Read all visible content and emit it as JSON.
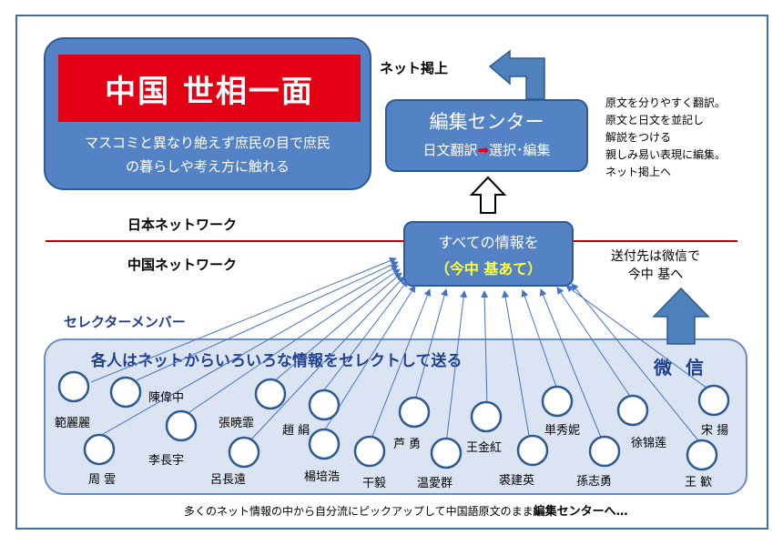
{
  "title": {
    "main": "中国 世相一面",
    "description_line1": "マスコミと異なり絶えず庶民の目で庶民",
    "description_line2": "の暮らしや考え方に触れる"
  },
  "net_post_label": "ネット掲上",
  "editor": {
    "title": "編集センター",
    "sub_left": "日文翻訳",
    "sub_arrow": "➡",
    "sub_right": "選択･編集"
  },
  "side_notes": [
    "原文を分りやすく翻訳。",
    "原文と日文を並記し",
    "解説をつける",
    "親しみ易い表現に編集。",
    "ネット掲上へ"
  ],
  "networks": {
    "japan": "日本ネットワーク",
    "china": "中国ネットワーク"
  },
  "info": {
    "title": "すべての情報を",
    "sub": "（今中 基あて）"
  },
  "dest_note": {
    "line1": "送付先は微信で",
    "line2": "今中 基へ"
  },
  "selector_label": "セレクターメンバー",
  "panel_title": "各人はネットからいろいろな情報をセレクトして送る",
  "wechat_label": "微 信",
  "members": [
    "範麗麗",
    "陳偉中",
    "周 雲",
    "李長宇",
    "張暁霏",
    "呂長遠",
    "趙 絹",
    "楊培浩",
    "干毅",
    "芦 勇",
    "温愛群",
    "王金紅",
    "裘建英",
    "単秀妮",
    "孫志勇",
    "徐锦莲",
    "宋 揚",
    "王 歓"
  ],
  "bottom_note": {
    "text": "多くのネット情報の中から自分流にピックアップして中国語原文のまま",
    "bold": "編集センターへ…"
  },
  "colors": {
    "panel_blue": "#5383c4",
    "title_red": "#e30014",
    "network_line": "#c00000",
    "arrow_blue": "#4472c4",
    "circle_stroke": "#2d5a92"
  }
}
